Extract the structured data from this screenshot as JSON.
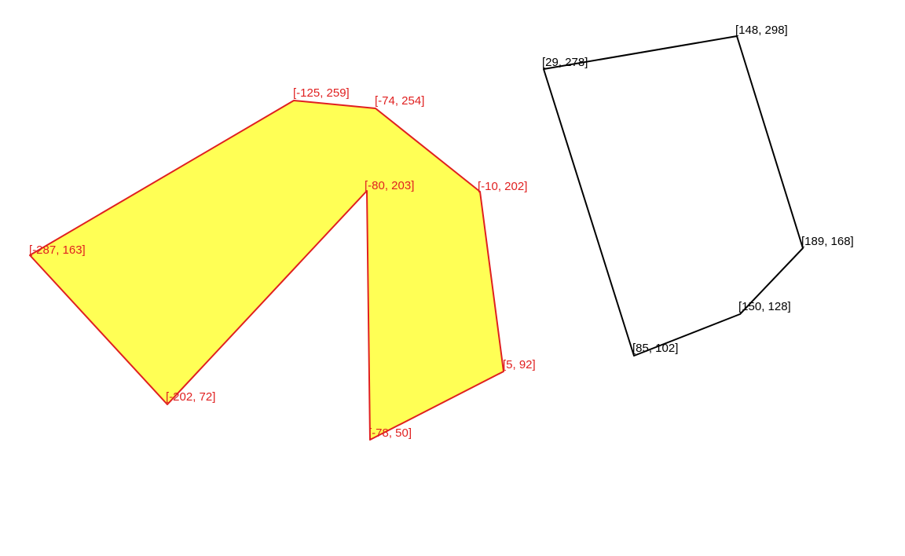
{
  "colors": {
    "background": "#ffffff",
    "yellow_fill": "#ffff55",
    "yellow_stroke": "#e02020",
    "yellow_label": "#e02020",
    "outline_stroke": "#000000",
    "outline_label": "#000000"
  },
  "polygons": [
    {
      "id": "yellow-polygon",
      "filled": true,
      "vertices": [
        {
          "label": "[-125, 259]"
        },
        {
          "label": "[-74, 254]"
        },
        {
          "label": "[-10, 202]"
        },
        {
          "label": "[5, 92]"
        },
        {
          "label": "[-78, 50]"
        },
        {
          "label": "[-80, 203]"
        },
        {
          "label": "[-202, 72]"
        },
        {
          "label": "[-287, 163]"
        }
      ]
    },
    {
      "id": "outline-polygon",
      "filled": false,
      "vertices": [
        {
          "label": "[148, 298]"
        },
        {
          "label": "[189, 168]"
        },
        {
          "label": "[150, 128]"
        },
        {
          "label": "[85, 102]"
        },
        {
          "label": "[29, 278]"
        }
      ]
    }
  ]
}
